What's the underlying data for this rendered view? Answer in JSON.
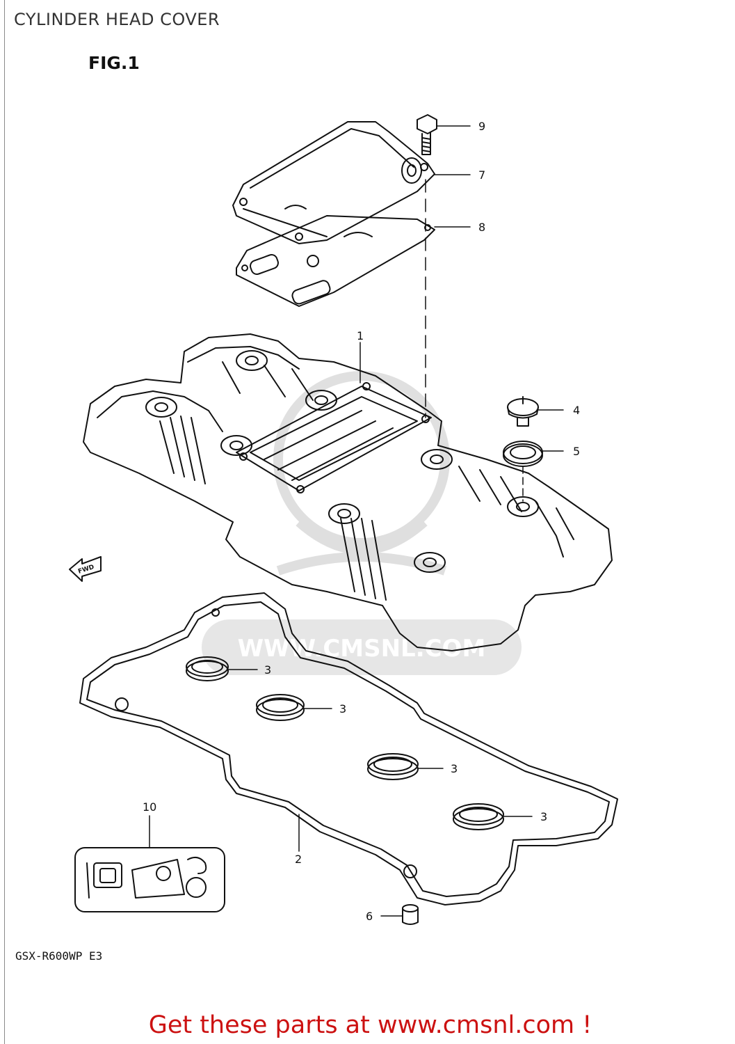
{
  "header": {
    "title": "CYLINDER HEAD COVER"
  },
  "figure": {
    "label": "FIG.1",
    "model_code": "GSX-R600WP E3",
    "direction_marker": "FWD"
  },
  "watermark": {
    "text": "WWW.CMSNL.COM"
  },
  "callouts": {
    "c1": "1",
    "c2": "2",
    "c3a": "3",
    "c3b": "3",
    "c3c": "3",
    "c3d": "3",
    "c4": "4",
    "c5": "5",
    "c6": "6",
    "c7": "7",
    "c8": "8",
    "c9": "9",
    "c10": "10"
  },
  "footer": {
    "link_text": "Get these parts at www.cmsnl.com !",
    "link_color": "#cc1111"
  }
}
